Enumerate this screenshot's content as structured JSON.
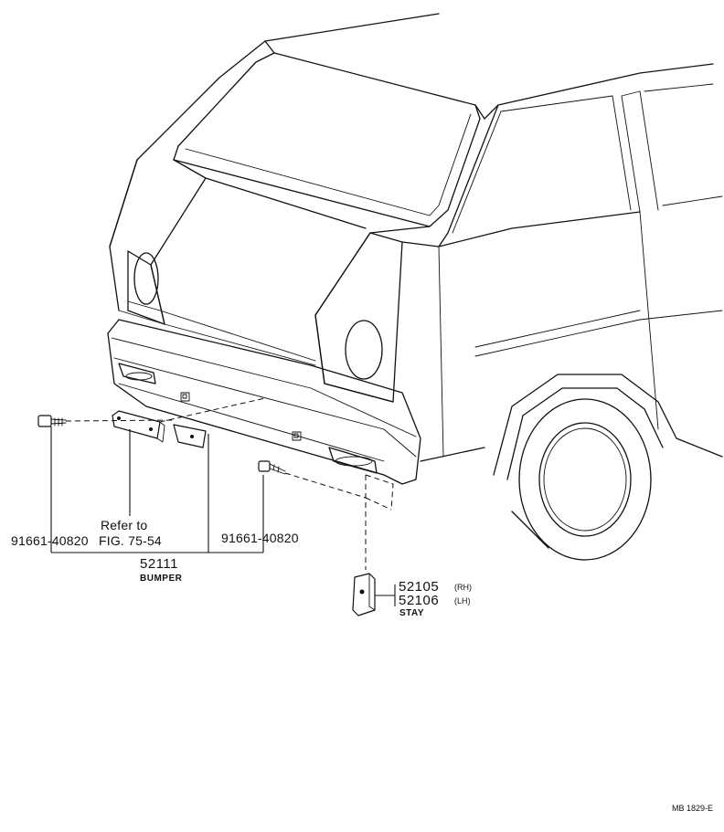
{
  "callouts": {
    "bolt_left": {
      "part_no": "91661-40820"
    },
    "bolt_right": {
      "part_no": "91661-40820"
    },
    "reference": {
      "line1": "Refer to",
      "line2": "FIG. 75-54"
    },
    "bumper": {
      "part_no": "52111",
      "name": "BUMPER"
    },
    "stay": {
      "part_no_rh": "52105",
      "side_rh": "(RH)",
      "part_no_lh": "52106",
      "side_lh": "(LH)",
      "name": "STAY"
    }
  },
  "footer": {
    "code": "MB 1829-E"
  }
}
